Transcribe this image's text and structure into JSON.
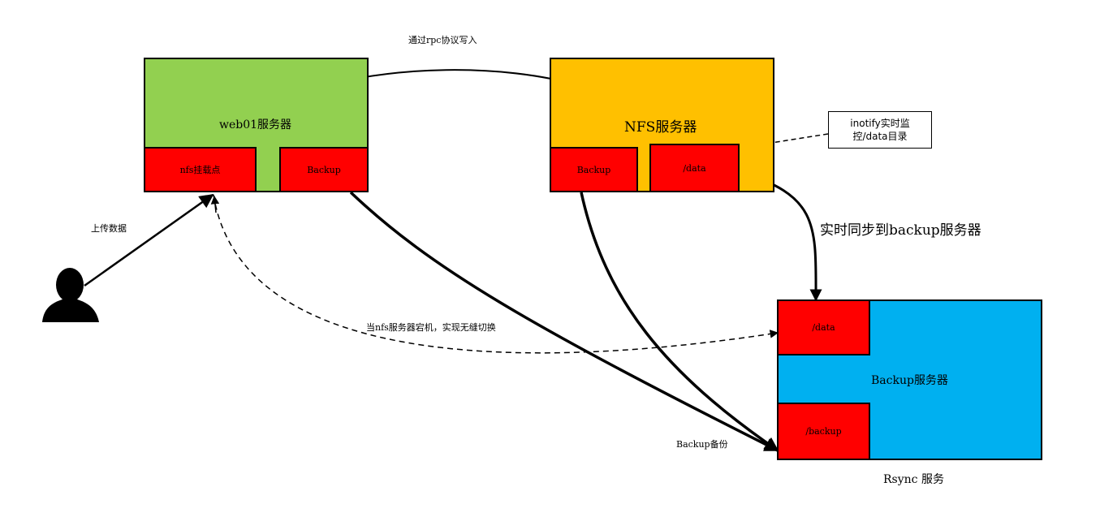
{
  "colors": {
    "web_server": "#92d050",
    "nfs_server": "#ffc000",
    "backup_server": "#00b0f0",
    "share": "#ff0000",
    "line": "#000000",
    "arrow_accent": "#3a3a8c"
  },
  "icons": {
    "user": "user-silhouette-icon"
  },
  "nodes": {
    "web": {
      "title": "web01服务器",
      "mount": "nfs挂载点",
      "backup": "Backup"
    },
    "nfs": {
      "title": "NFS服务器",
      "backup": "Backup",
      "data": "/data"
    },
    "backup_server": {
      "title": "Backup服务器",
      "data": "/data",
      "backup": "/backup",
      "caption": "Rsync 服务"
    },
    "inotify": {
      "line1": "inotify实时监",
      "line2": "控/data目录"
    }
  },
  "edges": {
    "upload": "上传数据",
    "rpc_write": "通过rpc协议写入",
    "realtime_sync": "实时同步到backup服务器",
    "failover": "当nfs服务器宕机，实现无缝切换",
    "backup_label": "Backup备份"
  }
}
